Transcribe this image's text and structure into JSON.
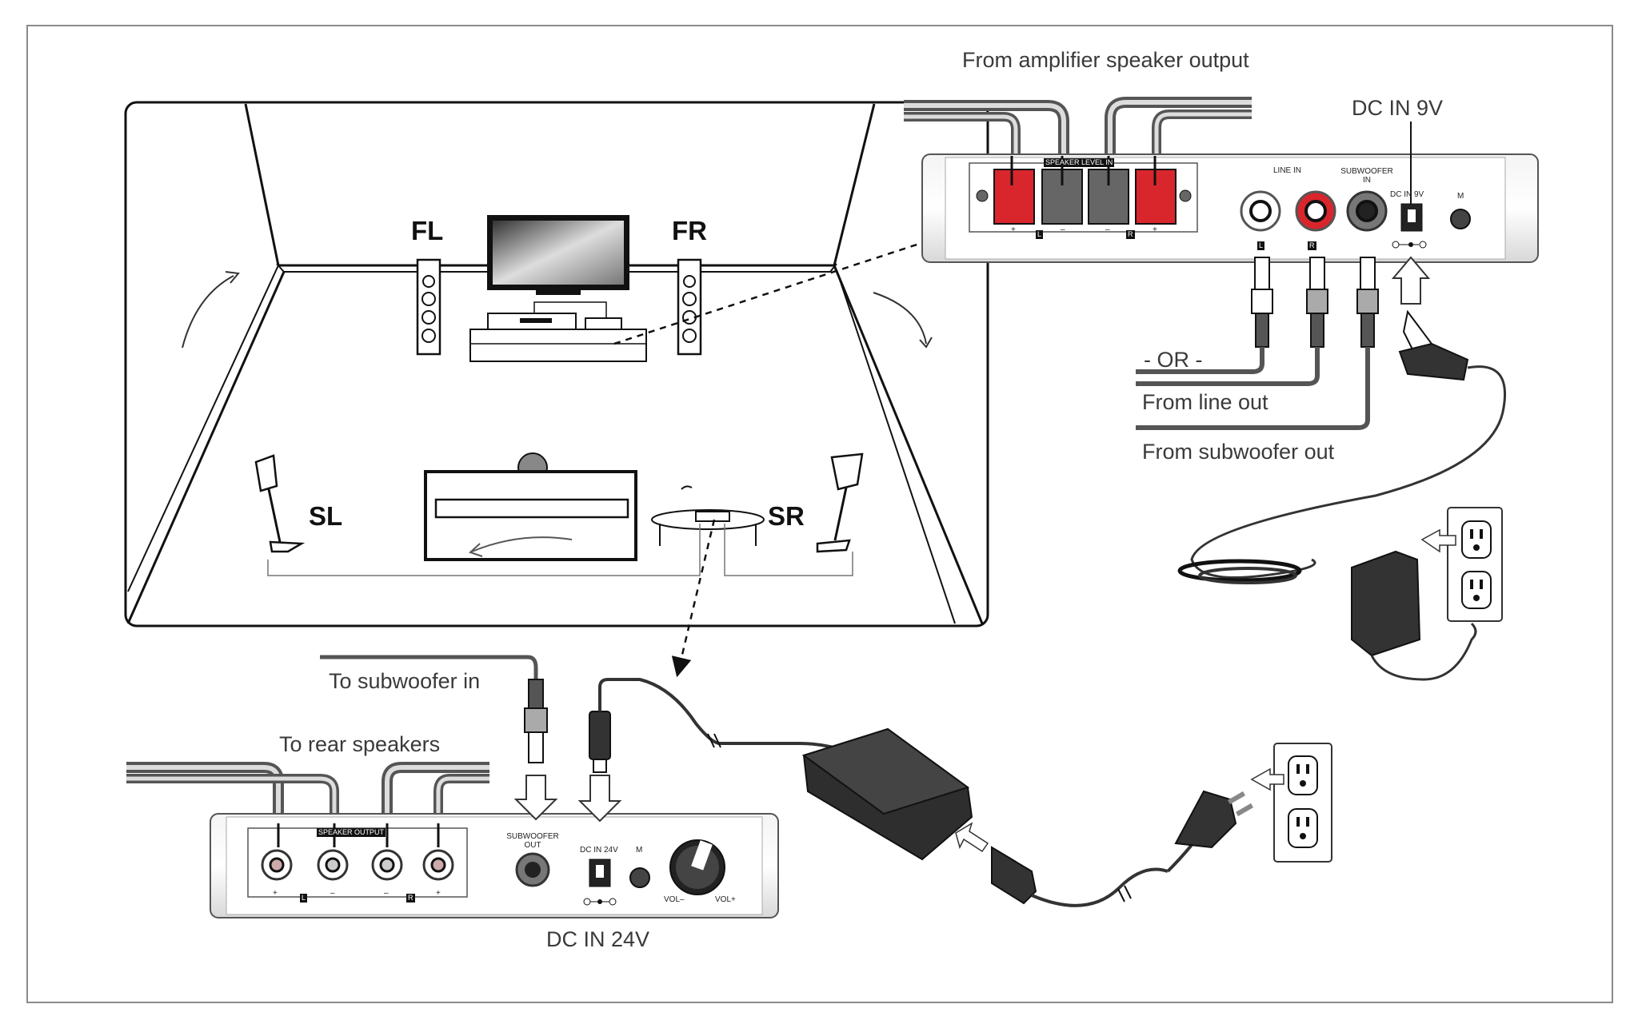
{
  "labels": {
    "amp_output": "From amplifier speaker output",
    "dc_in_9v": "DC IN 9V",
    "or": "- OR -",
    "from_line_out": "From line out",
    "from_sub_out": "From subwoofer out",
    "to_sub_in": "To subwoofer in",
    "to_rear": "To rear speakers",
    "dc_in_24v": "DC IN 24V"
  },
  "speakers": {
    "fl": "FL",
    "fr": "FR",
    "sl": "SL",
    "sr": "SR"
  },
  "transmitter_panel": {
    "speaker_level_in": "SPEAKER LEVEL IN",
    "line_in": "LINE IN",
    "subwoofer_in": "SUBWOOFER IN",
    "dc_in": "DC IN 9V",
    "m": "M",
    "l": "L",
    "r": "R",
    "plus": "+",
    "minus": "–"
  },
  "receiver_panel": {
    "speaker_output": "SPEAKER OUTPUT",
    "subwoofer_out": "SUBWOOFER OUT",
    "dc_in": "DC IN 24V",
    "m": "M",
    "vol_minus": "VOL–",
    "vol_plus": "VOL+",
    "l": "L",
    "r": "R",
    "plus": "+",
    "minus": "–"
  },
  "colors": {
    "line": "#1a1a1a",
    "cable": "#4a4a4a",
    "terminal_red": "#d8262c",
    "frame": "#888888"
  }
}
